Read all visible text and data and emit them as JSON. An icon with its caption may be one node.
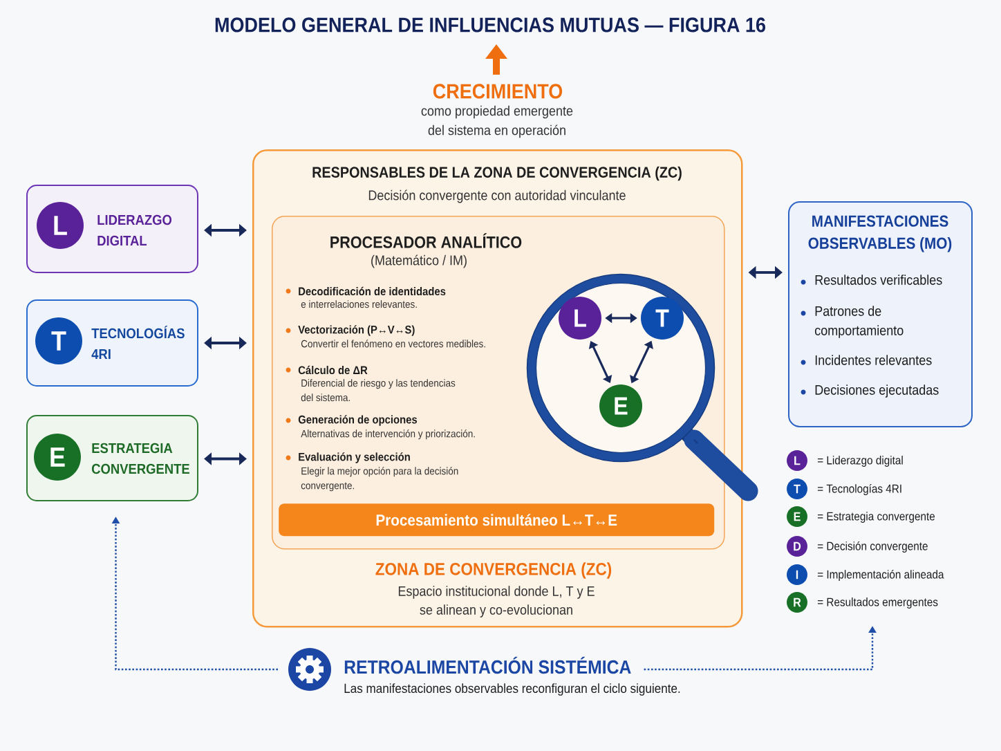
{
  "diagram": {
    "title": "MODELO GENERAL DE INFLUENCIAS MUTUAS — FIGURA 16",
    "nodes": [
      {
        "text": [
          "LIDERAZGO DIGITAL"
        ]
      },
      {
        "text": [
          "L"
        ],
        "in": 0
      },
      {
        "text": [
          "TECNOLOGÍAS 4RI"
        ]
      },
      {
        "text": [
          "T"
        ],
        "in": 2
      },
      {
        "text": [
          "ESTRATEGIA CONVERGENTE"
        ]
      },
      {
        "text": [
          "E"
        ],
        "in": 4
      },
      {
        "text": [
          "RESPONSABLES DE LA ZONA DE CONVERGENCIA (ZC)",
          "Decisión convergente con autoridad vinculante",
          "ZONA DE CONVERGENCIA (ZC)",
          "Espacio institucional donde L, T y E se alinean y co-evolucionan"
        ]
      },
      {
        "text": [
          "PROCESADOR ANALÍTICO",
          "(Matemático / IM)",
          "Decodificación de identidades",
          "e interrelaciones relevantes.",
          "Vectorización (P↔V↔S)",
          "Convertir el fenómeno en vectores medibles.",
          "Cálculo de ΔR",
          "Diferencial de riesgo y las tendencias del sistema.",
          "Generación de opciones",
          "Alternativas de intervención y priorización.",
          "Evaluación y selección",
          "Elegir la mejor opción para la decisión convergente."
        ],
        "in": 6
      },
      {
        "text": [
          "Procesamiento simultáneo L↔T↔E"
        ],
        "in": 7
      },
      {
        "text": [
          "L"
        ],
        "in": 7
      },
      {
        "text": [
          "T"
        ],
        "in": 7
      },
      {
        "text": [
          "E"
        ],
        "in": 7
      },
      {
        "text": [
          "MANIFESTACIONES OBSERVABLES (MO)",
          "Resultados verificables",
          "Patrones de comportamiento",
          "Incidentes relevantes",
          "Decisiones ejecutadas"
        ]
      },
      {
        "text": [
          "RETROALIMENTACIÓN SISTÉMICA"
        ],
        "beside": [
          "Las manifestaciones observables reconfiguran el ciclo siguiente."
        ]
      },
      {
        "text": [
          "L"
        ],
        "beside": [
          "= Liderazgo digital"
        ]
      },
      {
        "text": [
          "T"
        ],
        "beside": [
          "= Tecnologías 4RI"
        ]
      },
      {
        "text": [
          "E"
        ],
        "beside": [
          "= Estrategia convergente"
        ]
      },
      {
        "text": [
          "D"
        ],
        "beside": [
          "= Decisión convergente"
        ]
      },
      {
        "text": [
          "I"
        ],
        "beside": [
          "= Implementación alineada"
        ]
      },
      {
        "text": [
          "R"
        ],
        "beside": [
          "= Resultados emergentes"
        ]
      }
    ],
    "edges": [
      {
        "from": 0,
        "to": 6,
        "arrow": "both"
      },
      {
        "from": 2,
        "to": 6,
        "arrow": "both"
      },
      {
        "from": 4,
        "to": 6,
        "arrow": "both"
      },
      {
        "from": 6,
        "to": 12,
        "arrow": "both"
      },
      {
        "from": 9,
        "to": 10,
        "arrow": "both"
      },
      {
        "from": 9,
        "to": 11,
        "arrow": "both"
      },
      {
        "from": 10,
        "to": 11,
        "arrow": "both"
      },
      {
        "from": 13,
        "to": 4,
        "arrow": "to",
        "style": "dashed",
        "color": "#1f4fa8"
      },
      {
        "from": 13,
        "to": null,
        "arrow": "to",
        "style": "dashed",
        "color": "#1f4fa8"
      }
    ],
    "labels": [
      "CRECIMIENTO",
      "como propiedad emergente del sistema en operación"
    ]
  }
}
